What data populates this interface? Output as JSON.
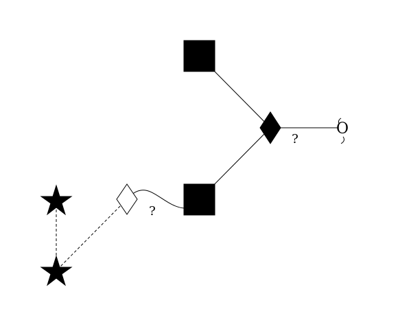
{
  "diagram": {
    "background": "#ffffff",
    "ink": "#000000",
    "nodes": [
      {
        "id": "top-square",
        "shape": "filled-square",
        "icon": "black-square-icon"
      },
      {
        "id": "middle-square",
        "shape": "filled-square",
        "icon": "black-square-icon"
      },
      {
        "id": "branch-diamond",
        "shape": "filled-diamond",
        "icon": "black-diamond-icon"
      },
      {
        "id": "open-diamond",
        "shape": "open-diamond",
        "icon": "white-diamond-icon"
      },
      {
        "id": "star-top",
        "shape": "filled-star",
        "icon": "black-star-icon"
      },
      {
        "id": "star-bottom",
        "shape": "filled-star",
        "icon": "black-star-icon"
      },
      {
        "id": "ring-terminal",
        "shape": "ring-with-brackets",
        "icon": "ring-icon"
      }
    ],
    "edges": [
      {
        "from": "top-square",
        "to": "branch-diamond",
        "style": "solid",
        "label": ""
      },
      {
        "from": "middle-square",
        "to": "branch-diamond",
        "style": "solid",
        "label": ""
      },
      {
        "from": "branch-diamond",
        "to": "ring-terminal",
        "style": "solid",
        "label": "?"
      },
      {
        "from": "middle-square",
        "to": "open-diamond",
        "style": "wavy",
        "label": "?"
      },
      {
        "from": "open-diamond",
        "to": "star-bottom",
        "style": "dashed",
        "label": ""
      },
      {
        "from": "star-top",
        "to": "star-bottom",
        "style": "dashed",
        "label": ""
      }
    ],
    "labels": {
      "branch_link": "?",
      "open_link": "?",
      "ring_glyph": "O"
    }
  }
}
